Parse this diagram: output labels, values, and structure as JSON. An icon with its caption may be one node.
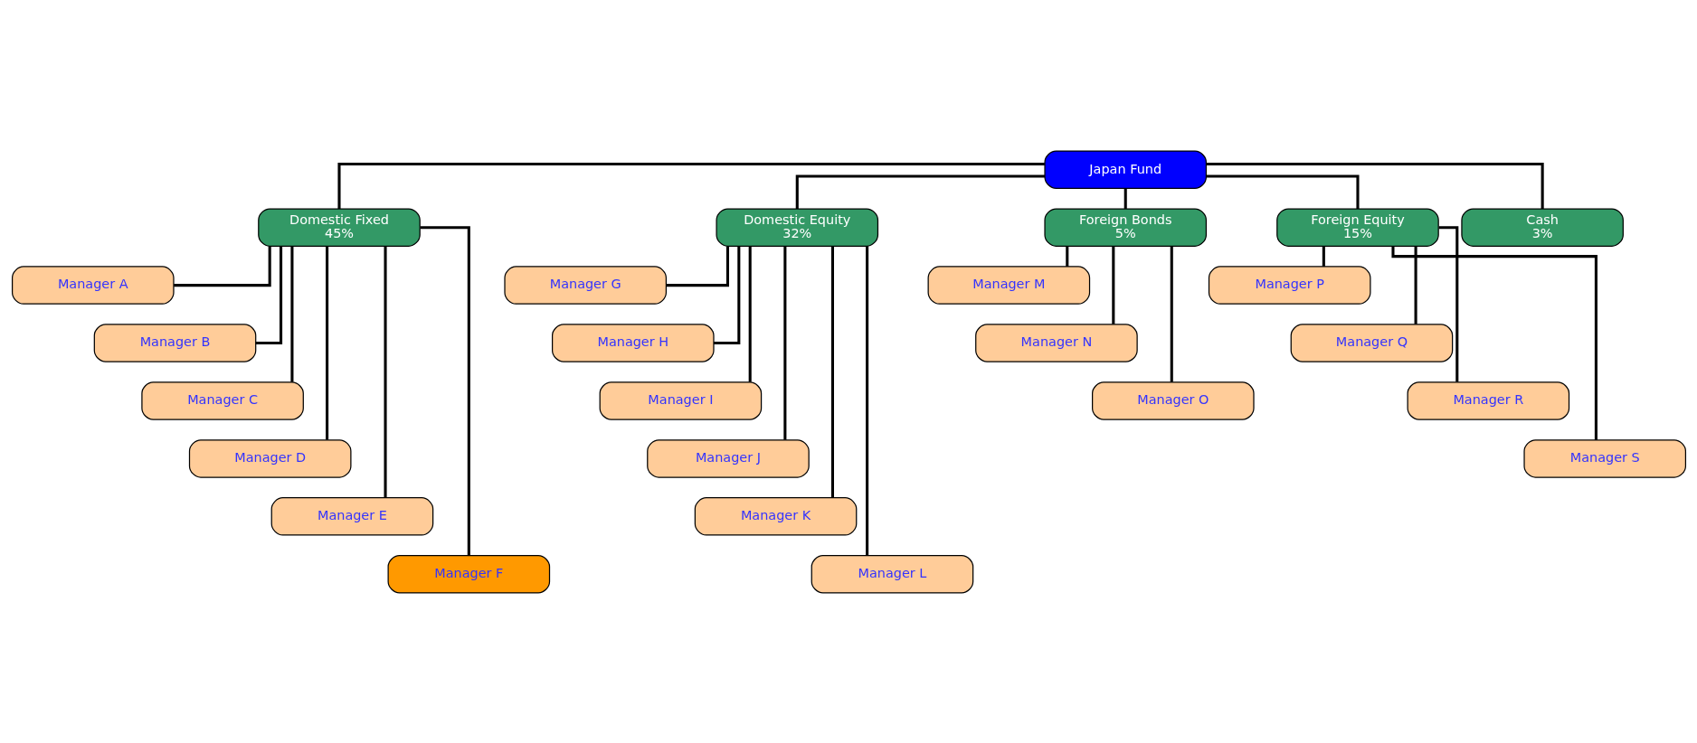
{
  "diagram": {
    "nodes": [
      {
        "text": [
          "Japan Fund"
        ]
      },
      {
        "text": [
          "Domestic Fixed",
          "45%"
        ]
      },
      {
        "text": [
          "Domestic Equity",
          "32%"
        ]
      },
      {
        "text": [
          "Foreign Bonds",
          "5%"
        ]
      },
      {
        "text": [
          "Foreign Equity",
          "15%"
        ]
      },
      {
        "text": [
          "Cash",
          "3%"
        ]
      },
      {
        "text": [
          "Manager A"
        ]
      },
      {
        "text": [
          "Manager B"
        ]
      },
      {
        "text": [
          "Manager C"
        ]
      },
      {
        "text": [
          "Manager D"
        ]
      },
      {
        "text": [
          "Manager E"
        ]
      },
      {
        "text": [
          "Manager F"
        ]
      },
      {
        "text": [
          "Manager G"
        ]
      },
      {
        "text": [
          "Manager H"
        ]
      },
      {
        "text": [
          "Manager I"
        ]
      },
      {
        "text": [
          "Manager J"
        ]
      },
      {
        "text": [
          "Manager K"
        ]
      },
      {
        "text": [
          "Manager L"
        ]
      },
      {
        "text": [
          "Manager M"
        ]
      },
      {
        "text": [
          "Manager N"
        ]
      },
      {
        "text": [
          "Manager O"
        ]
      },
      {
        "text": [
          "Manager P"
        ]
      },
      {
        "text": [
          "Manager Q"
        ]
      },
      {
        "text": [
          "Manager R"
        ]
      },
      {
        "text": [
          "Manager S"
        ]
      }
    ],
    "edges": [
      {
        "from": 0,
        "to": 1,
        "arrow": "none"
      },
      {
        "from": 0,
        "to": 2,
        "arrow": "none"
      },
      {
        "from": 0,
        "to": 3,
        "arrow": "none"
      },
      {
        "from": 0,
        "to": 4,
        "arrow": "none"
      },
      {
        "from": 0,
        "to": 5,
        "arrow": "none"
      },
      {
        "from": 1,
        "to": 6,
        "arrow": "none"
      },
      {
        "from": 1,
        "to": 7,
        "arrow": "none"
      },
      {
        "from": 1,
        "to": 8,
        "arrow": "none"
      },
      {
        "from": 1,
        "to": 9,
        "arrow": "none"
      },
      {
        "from": 1,
        "to": 10,
        "arrow": "none"
      },
      {
        "from": 1,
        "to": 11,
        "arrow": "none"
      },
      {
        "from": 2,
        "to": 12,
        "arrow": "none"
      },
      {
        "from": 2,
        "to": 13,
        "arrow": "none"
      },
      {
        "from": 2,
        "to": 14,
        "arrow": "none"
      },
      {
        "from": 2,
        "to": 15,
        "arrow": "none"
      },
      {
        "from": 2,
        "to": 16,
        "arrow": "none"
      },
      {
        "from": 2,
        "to": 17,
        "arrow": "none"
      },
      {
        "from": 3,
        "to": 18,
        "arrow": "none"
      },
      {
        "from": 3,
        "to": 19,
        "arrow": "none"
      },
      {
        "from": 3,
        "to": 20,
        "arrow": "none"
      },
      {
        "from": 4,
        "to": 21,
        "arrow": "none"
      },
      {
        "from": 4,
        "to": 22,
        "arrow": "none"
      },
      {
        "from": 4,
        "to": 23,
        "arrow": "none"
      },
      {
        "from": 4,
        "to": 24,
        "arrow": "none"
      }
    ]
  }
}
